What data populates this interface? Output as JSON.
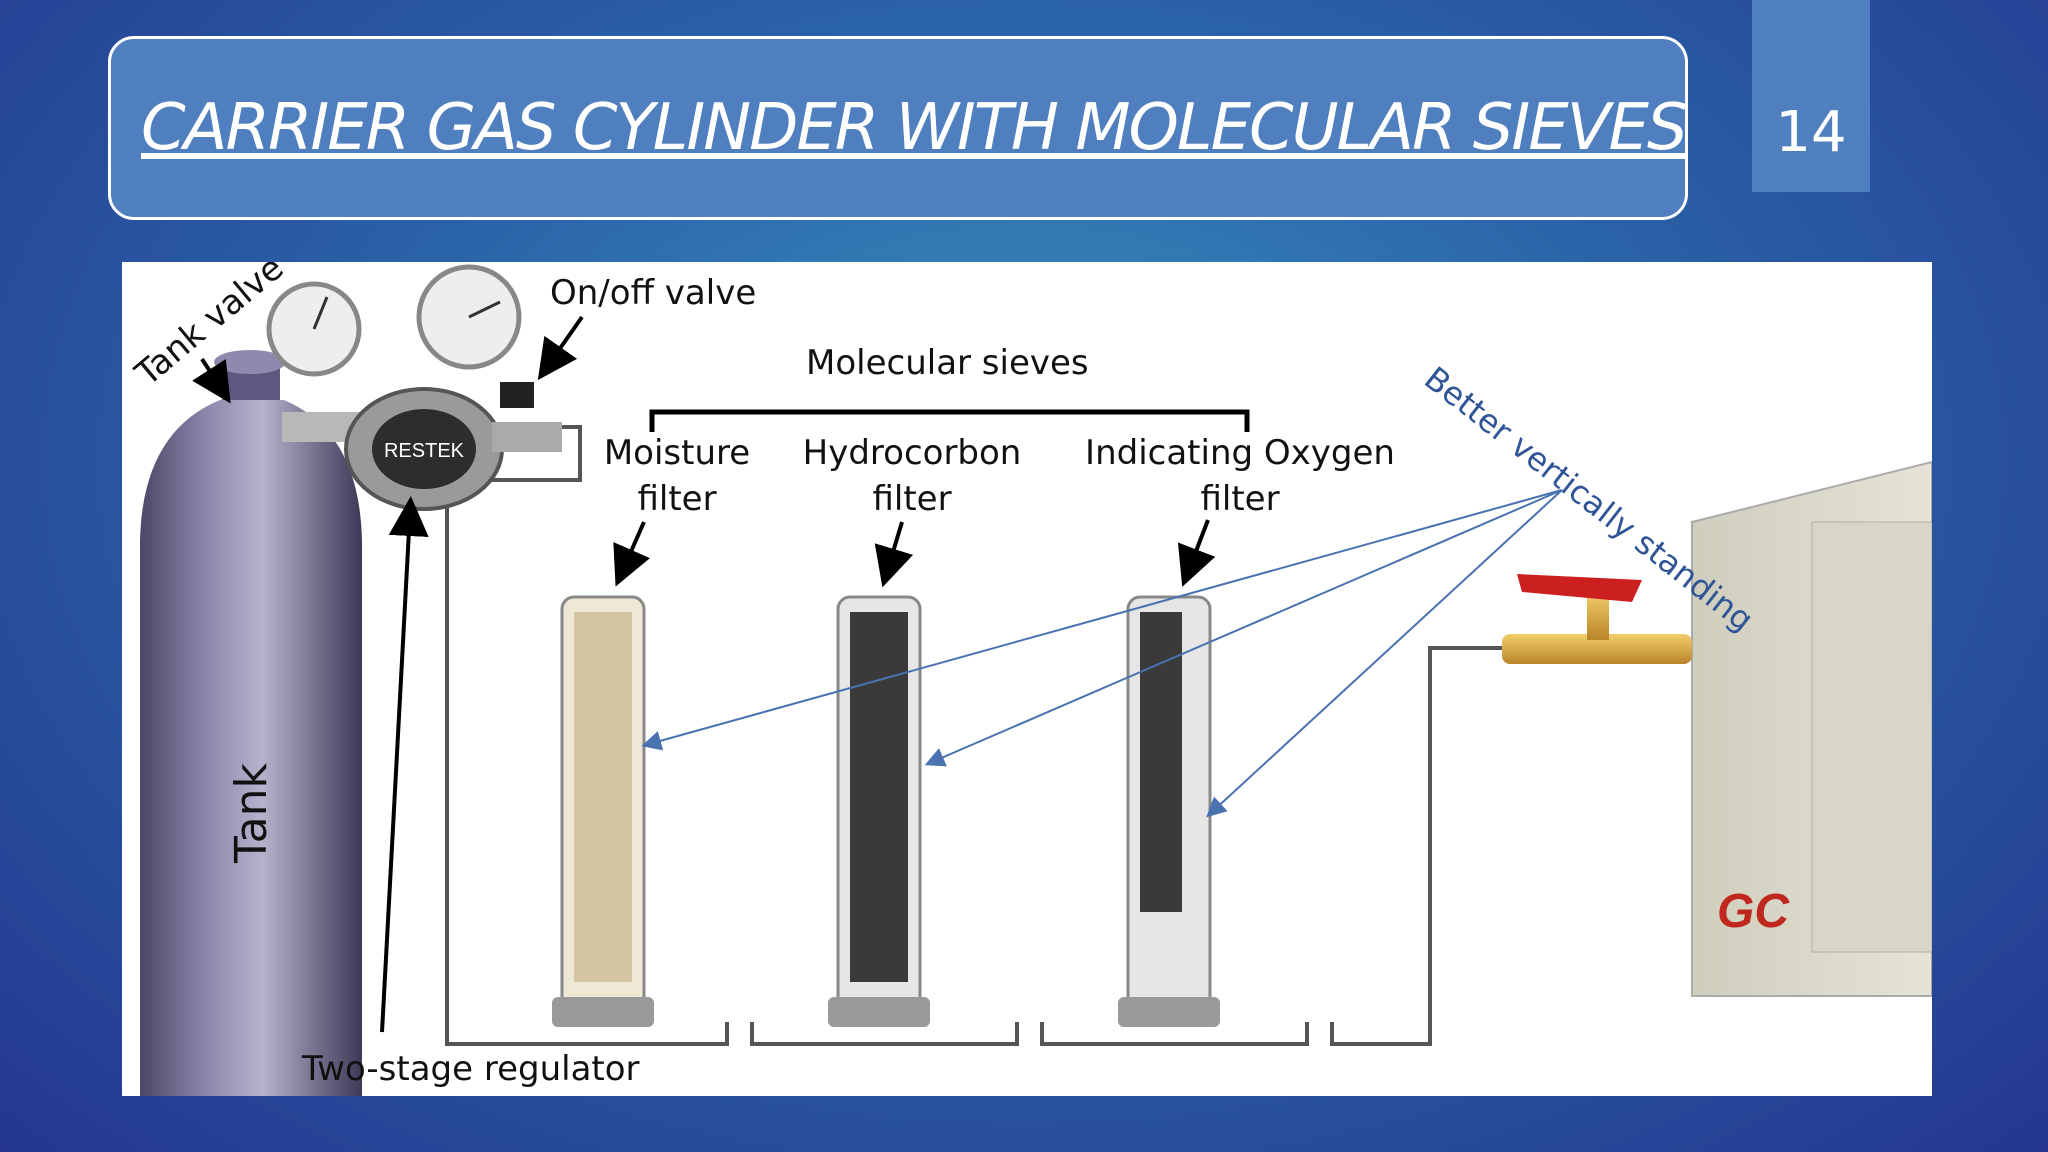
{
  "slide": {
    "title": "CARRIER GAS CYLINDER WITH MOLECULAR SIEVES",
    "number": "14"
  },
  "diagram": {
    "labels": {
      "tank_valve": "Tank valve",
      "on_off_valve": "On/off valve",
      "molecular_sieves": "Molecular sieves",
      "moisture_filter": "Moisture\nfilter",
      "hydrocarbon_filter": "Hydrocorbon\nfilter",
      "oxygen_filter": "Indicating Oxygen\nfilter",
      "tank": "Tank",
      "regulator": "Two-stage regulator",
      "note": "Better vertically standing",
      "regulator_brand": "RESTEK",
      "gc_logo": "GC"
    },
    "colors": {
      "note": "#2f5597",
      "tank": "#6e6a8e",
      "valve_handle": "#cc1f1f",
      "brass": "#d9a53a"
    }
  }
}
